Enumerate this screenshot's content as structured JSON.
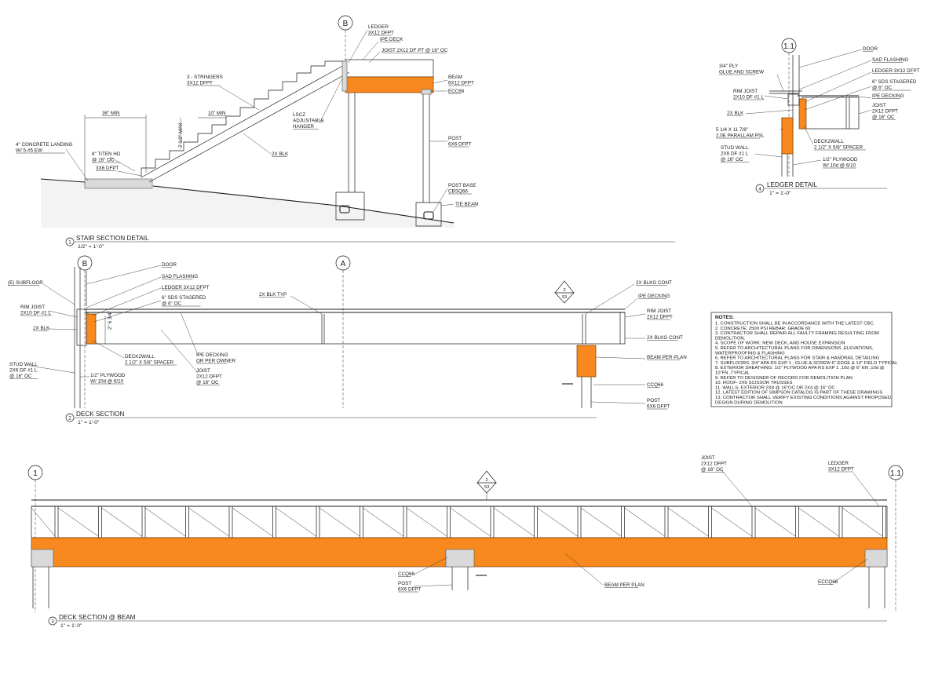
{
  "colors": {
    "beam": "#f7891f",
    "line": "#1a1a1a",
    "concrete": "#d9d9d9"
  },
  "bubbles": {
    "b_top": "B",
    "b_mid": "B",
    "a_mid": "A",
    "one_one_top": "1.1",
    "one_bottom": "1",
    "one_one_bottom": "1.1"
  },
  "section_markers": {
    "m3": {
      "num": "3",
      "sheet": "S3"
    },
    "m2": {
      "num": "2",
      "sheet": "S3"
    }
  },
  "stair_section": {
    "number": "1",
    "title": "STAIR SECTION DETAIL",
    "scale": "1/2\" = 1'-0\"",
    "labels": {
      "ledger": [
        "LEDGER",
        "3X12 DFPT"
      ],
      "ipe_deck": [
        "IPE DECK"
      ],
      "joist": [
        "JOIST 2X12 DF PT @ 16\" OC"
      ],
      "stringers": [
        "3 - STRINGERS",
        "3X12 DFPT"
      ],
      "beam": [
        "BEAM",
        "6X12 DFPT"
      ],
      "ecc": [
        "ECC66"
      ],
      "lscz": [
        "LSCZ",
        "ADJUSTABLE",
        "HANGER"
      ],
      "post": [
        "POST",
        "6X6 DFPT"
      ],
      "blk": [
        "2X BLK"
      ],
      "min36": [
        "36\" MIN"
      ],
      "min10": [
        "10\" MIN"
      ],
      "max7": [
        "7 1/2\" MAX"
      ],
      "landing": [
        "4\" CONCRETE LANDING",
        "W/ 5-#5 EW"
      ],
      "titen": [
        "8\" TITEN HD",
        "@ 16\" OC"
      ],
      "dfpt": [
        "3X6 DFPT"
      ],
      "post_base": [
        "POST BASE",
        "CBSQ66"
      ],
      "tie_beam": [
        "TIE BEAM"
      ]
    }
  },
  "ledger_detail": {
    "number": "4",
    "title": "LEDGER DETAIL",
    "scale": "1\" = 1'-0\"",
    "labels": {
      "door": [
        "DOOR"
      ],
      "sad": [
        "SAD FLASHING"
      ],
      "ledger": [
        "LEDGER 3X12 DFPT"
      ],
      "ply": [
        "3/4\" PLY",
        "GLUE AND SCREW"
      ],
      "sds": [
        "6\" SDS STAGERED",
        "@ 6\" OC"
      ],
      "rim": [
        "RIM JOIST",
        "2X10 DF #1 L"
      ],
      "ipe": [
        "IPE DECKING"
      ],
      "joist": [
        "JOIST",
        "2X12 DFPT",
        "@ 16\" OC"
      ],
      "blk": [
        "2X BLK"
      ],
      "psl": [
        "5 1/4 X 11 7/8\"",
        "2.0E PARALLAM PSL"
      ],
      "deck2wall": [
        "DECK2WALL",
        "2 1/2\" X 5/8\" SPACER"
      ],
      "stud": [
        "STUD WALL",
        "2X6 DF #1 L",
        "@ 16\" OC"
      ],
      "plywood": [
        "1/2\" PLYWOOD",
        "W/ 10d @ 6/10"
      ]
    }
  },
  "deck_section": {
    "number": "2",
    "title": "DECK SECTION",
    "scale": "1\" = 1'-0\"",
    "labels": {
      "subfloor": [
        "(E) SUBFLOOR"
      ],
      "door": [
        "DOOR"
      ],
      "sad": [
        "SAD FLASHING"
      ],
      "ledger": [
        "LEDGER 3X12 DFPT"
      ],
      "sds": [
        "6\" SDS STAGERED",
        "@ 6\" OC"
      ],
      "rim_left": [
        "RIM JOIST",
        "2X10 DF #1 L"
      ],
      "blk_typ": [
        "2X BLK TYP"
      ],
      "blk": [
        "2X BLK"
      ],
      "dim": [
        "2\" 6 3/4\""
      ],
      "deck2wall": [
        "DECK2WALL",
        "2 1/2\" X 5/8\" SPACER"
      ],
      "ipe_decking": [
        "IPE DECKING",
        "OR PER OWNER"
      ],
      "joist": [
        "JOIST",
        "2X12 DFPT",
        "@ 16\" OC"
      ],
      "stud": [
        "STUD WALL",
        "2X6 DF #1 L",
        "@ 16\" OC"
      ],
      "plywood": [
        "1/2\" PLYWOOD",
        "W/ 10d @ 6/10"
      ],
      "blkg_cont_top": [
        "2X BLKG CONT"
      ],
      "ipe_right": [
        "IPE DECKING"
      ],
      "rim_right": [
        "RIM JOIST",
        "2X12 DFPT"
      ],
      "blkg_cont_bot": [
        "2X BLKG CONT"
      ],
      "beam": [
        "BEAM PER PLAN"
      ],
      "ccq": [
        "CCQ66"
      ],
      "post": [
        "POST",
        "6X6 DFPT"
      ]
    }
  },
  "notes": {
    "heading": "NOTES:",
    "lines": [
      "1. CONSTRUCTION SHALL BE IN ACCORDANCE WITH THE LATEST CBC.",
      "2. CONCRETE: 2500 PSI REBAR: GRADE 60",
      "3. CONTRACTOR SHALL REPAIR ALL FAULTY FRAMING RESULTING FROM",
      "DEMOLITION.",
      "4. SCOPE OF WORK: NEW DECK, AND HOUSE EXPANSION",
      "5. REFER TO ARCHITECTURAL PLANS FOR DIMENSIONS ,ELEVATIONS,",
      "WATERPROOFING & FLASHING",
      "6. REFER TO ARCHITECTURAL PLANS FOR STAIR & HANDRAIL DETAILING",
      "7. SUBFLOORS: 3/4\" APA RS EXP 1 , GLUE & SCREW 6\" EDGE & 10\" FIELD TYPICAL",
      "8. EXTERIOR SHEATHING: 1/2\" PLYWOOD APA RS EXP 1 ,10d @ 6\" EN ,10d @",
      "10\"FN ,TYPICAL",
      "9. REFER TO DESIGNER OF RECORD FOR DEMOLITION PLAN",
      "10. ROOF- 2X6 SCISSOR TRUSSES",
      "11. WALLS- EXTERIOR 2X8 @ 16\"OC OR 2X4 @ 16\" OC",
      "12. LATEST EDITION OF SIMPSON CATALOG IS PART OF THESE DRAWINGS",
      "13. CONTRACTOR SHALL VERIFY EXISTING CONDITIONS AGAINST PROPOSED",
      "DESIGN DURING DEMOLITION"
    ]
  },
  "beam_section": {
    "number": "3",
    "title": "DECK SECTION @ BEAM",
    "scale": "1\" = 1'-0\"",
    "labels": {
      "joist": [
        "JOIST",
        "2X12 DFPT",
        "@ 16\" OC"
      ],
      "ledger": [
        "LEDGER",
        "3X12 DFPT"
      ],
      "ccq": [
        "CCQ66"
      ],
      "post": [
        "POST",
        "6X6 DFPT"
      ],
      "beam": [
        "BEAM PER PLAN"
      ],
      "eccq": [
        "ECCQ66"
      ]
    }
  }
}
